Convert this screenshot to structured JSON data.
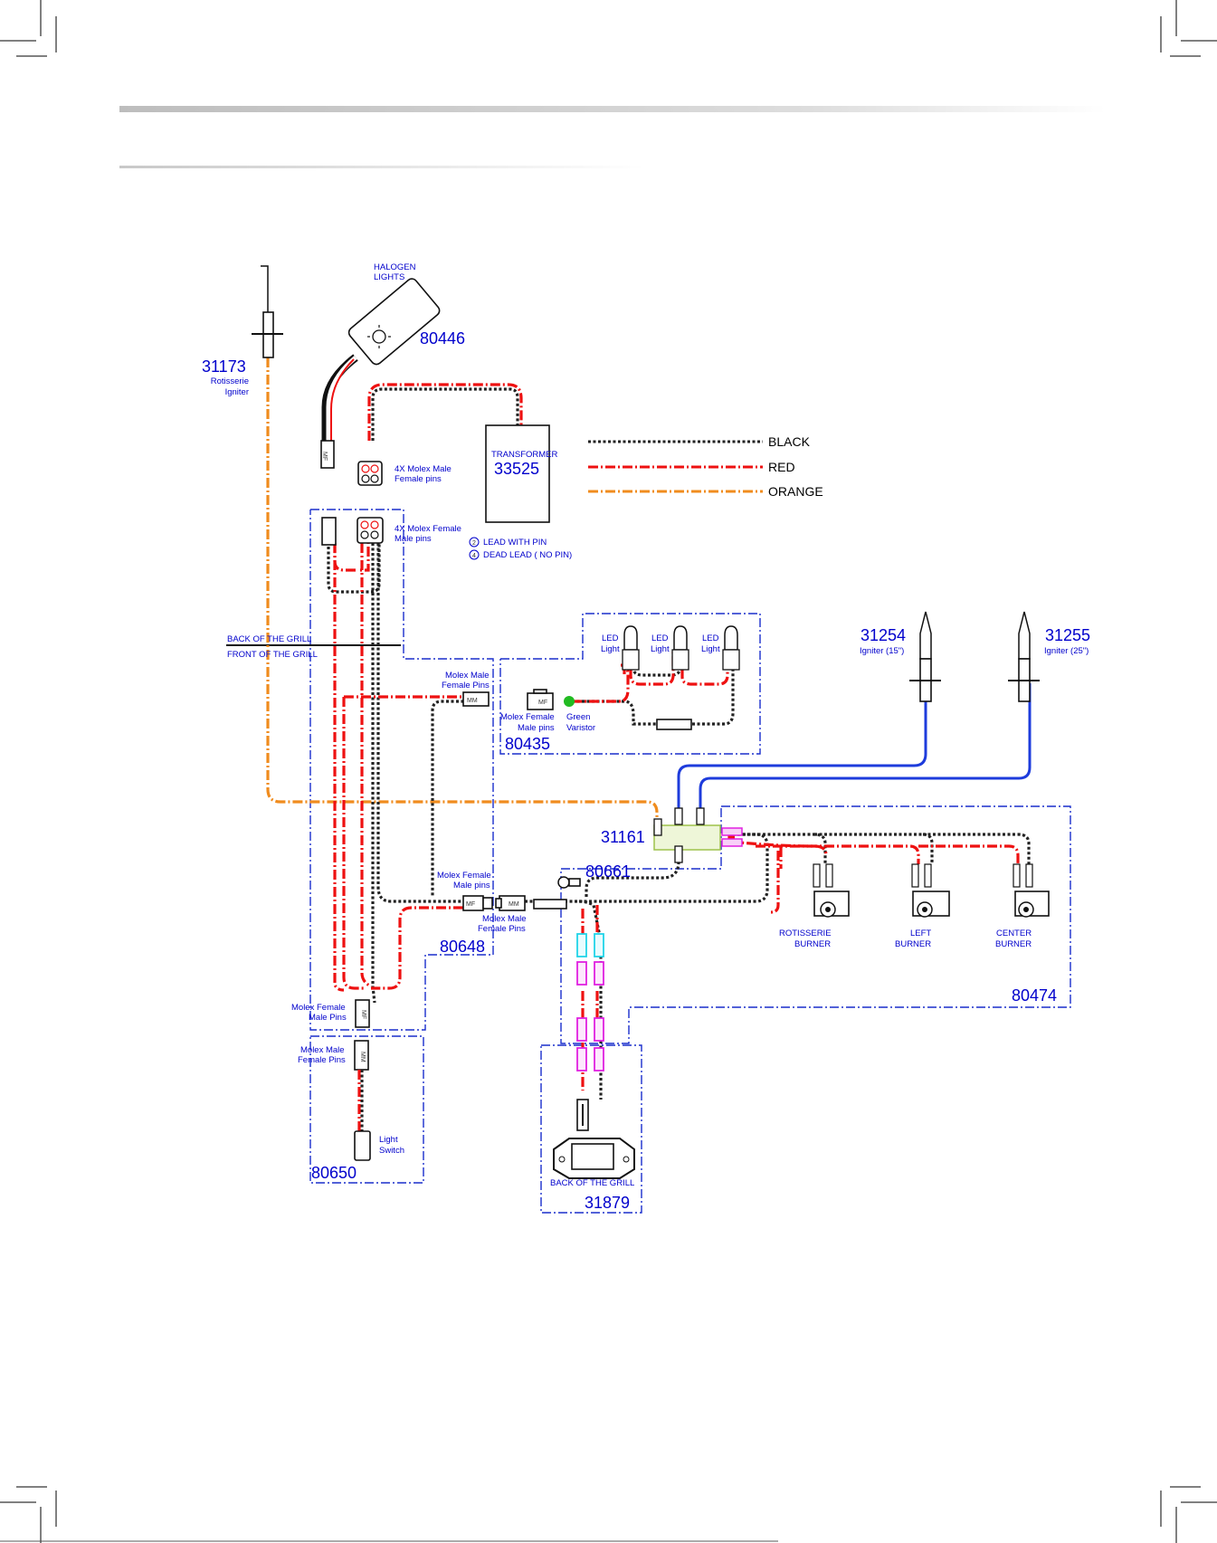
{
  "labels": {
    "halogen": "HALOGEN",
    "lights": "LIGHTS",
    "p80446": "80446",
    "p31173": "31173",
    "rotisserie": "Rotisserie",
    "igniter": "Igniter",
    "transformer": "TRANSFORMER",
    "p33525": "33525",
    "molex4x_male_1": "4X Molex Male",
    "molex4x_male_2": "Female pins",
    "molex4x_female_1": "4X Molex Female",
    "molex4x_female_2": "Male pins",
    "lead_with_pin": "LEAD WITH PIN",
    "dead_lead": "DEAD LEAD ( NO PIN)",
    "pin_num_2": "2",
    "pin_num_4": "4",
    "back_of_grill": "BACK OF THE GRILL",
    "front_of_grill": "FRONT OF THE GRILL",
    "led": "LED",
    "light": "Light",
    "molex_male_1": "Molex Male",
    "molex_male_2": "Female Pins",
    "molex_female_1": "Molex Female",
    "molex_female_2": "Male pins",
    "green": "Green",
    "varistor": "Varistor",
    "p80435": "80435",
    "p31254": "31254",
    "igniter15": "Igniter (15\")",
    "p31255": "31255",
    "igniter25": "Igniter (25\")",
    "p31161": "31161",
    "p80661": "80661",
    "molex_female_pins_1": "Molex Female",
    "molex_female_pins_2": "Male pins",
    "molex_male_pins_1": "Molex Male",
    "molex_male_pins_2": "Female Pins",
    "p80648": "80648",
    "rotisserie_up": "ROTISSERIE",
    "burner": "BURNER",
    "left": "LEFT",
    "center": "CENTER",
    "p80474": "80474",
    "molex_female_b1": "Molex Female",
    "molex_female_b2": "Male Pins",
    "molex_male_b1": "Molex Male",
    "molex_male_b2": "Female Pins",
    "light_sw_1": "Light",
    "light_sw_2": "Switch",
    "p80650": "80650",
    "back_of_grill_2": "BACK OF THE GRILL",
    "p31879": "31879",
    "mf": "MF",
    "mm": "MM"
  },
  "legend": {
    "black": "BLACK",
    "red": "RED",
    "orange": "ORANGE"
  },
  "colors": {
    "black_wire": "#222222",
    "red_wire": "#ee1111",
    "orange_wire": "#f08c1e",
    "blue_wire": "#1e3cdc",
    "assembly_outline": "#1a2ecc",
    "connector_cyan": "#20d4e8",
    "connector_magenta": "#e020e0",
    "varistor_green": "#22bb22",
    "junction_box": "#b6d86a"
  }
}
